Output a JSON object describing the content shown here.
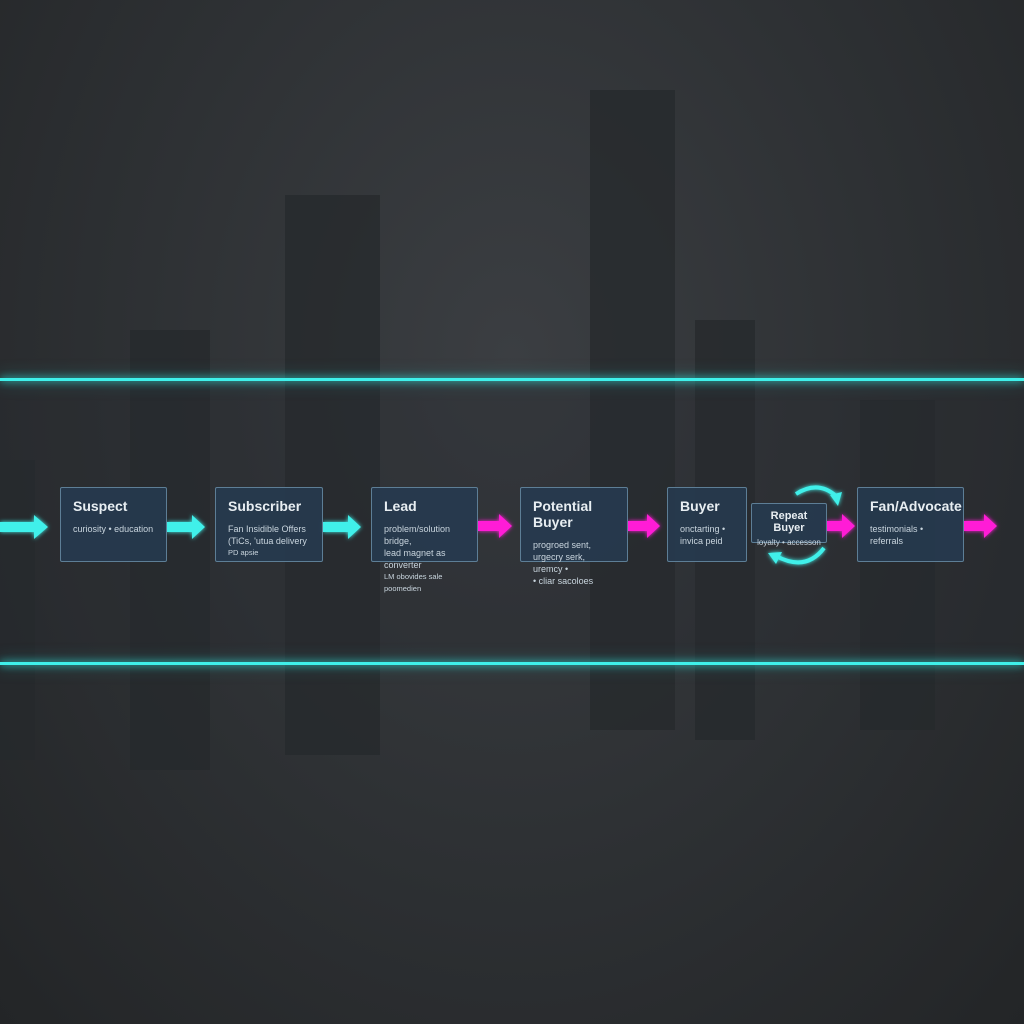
{
  "colors": {
    "cyan": "#3ff0ea",
    "magenta": "#ff1fd6",
    "box": "#263a50"
  },
  "stages": [
    {
      "title": "Suspect",
      "lines": [
        "curiosity • education"
      ]
    },
    {
      "title": "Subscriber",
      "lines": [
        "Fan Insidible Offers",
        "(TiCs, 'utua delivery"
      ],
      "small": "PD apsie"
    },
    {
      "title": "Lead",
      "lines": [
        "problem/solution bridge,",
        "lead magnet as converter"
      ],
      "small": "LM obovides sale poomedien"
    },
    {
      "title": "Potential Buyer",
      "lines": [
        "progroed sent,",
        "urgecry serk, uremcy •",
        "• cliar sacoloes"
      ]
    },
    {
      "title": "Buyer",
      "lines": [
        "onctarting •",
        "invica peid"
      ]
    },
    {
      "title": "Repeat Buyer",
      "lines": [
        "loyalty • accesson"
      ]
    },
    {
      "title": "Fan/Advocate",
      "lines": [
        "testimonials • referrals"
      ]
    }
  ]
}
